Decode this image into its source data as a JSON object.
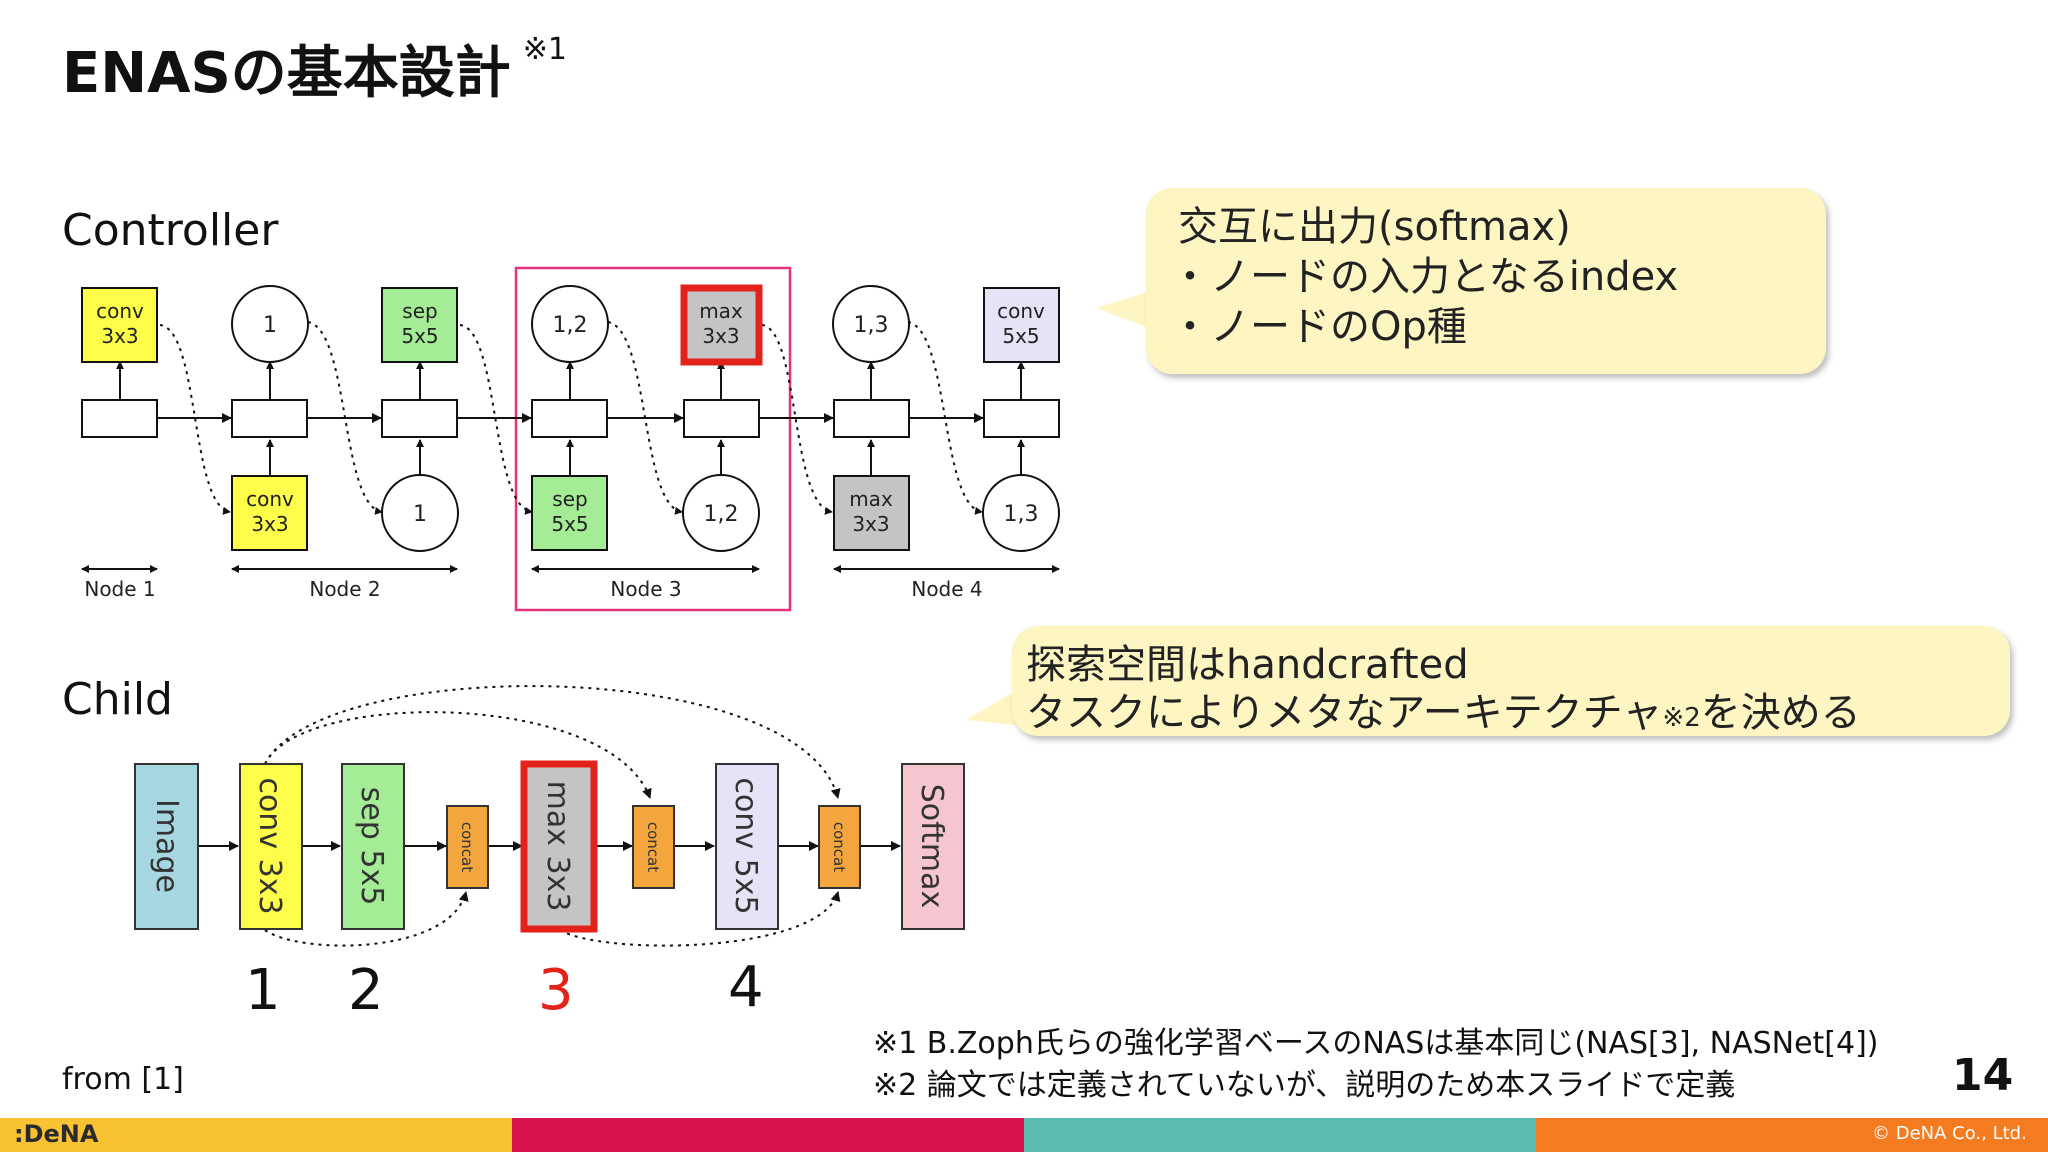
{
  "title": "ENASの基本設計",
  "title_note": "※1",
  "controller": {
    "label": "Controller",
    "top_nodes": [
      {
        "kind": "box",
        "lines": [
          "conv",
          "3x3"
        ],
        "color": "#fdfd4a"
      },
      {
        "kind": "circle",
        "lines": [
          "1"
        ]
      },
      {
        "kind": "box",
        "lines": [
          "sep",
          "5x5"
        ],
        "color": "#a4ec96"
      },
      {
        "kind": "circle",
        "lines": [
          "1,2"
        ]
      },
      {
        "kind": "box",
        "lines": [
          "max",
          "3x3"
        ],
        "color": "#c4c4c4",
        "highlight": true
      },
      {
        "kind": "circle",
        "lines": [
          "1,3"
        ]
      },
      {
        "kind": "box",
        "lines": [
          "conv",
          "5x5"
        ],
        "color": "#e4e4f6"
      }
    ],
    "bottom_nodes": [
      {
        "kind": "box",
        "lines": [
          "conv",
          "3x3"
        ],
        "color": "#fdfd4a"
      },
      {
        "kind": "circle",
        "lines": [
          "1"
        ]
      },
      {
        "kind": "box",
        "lines": [
          "sep",
          "5x5"
        ],
        "color": "#a4ec96"
      },
      {
        "kind": "circle",
        "lines": [
          "1,2"
        ]
      },
      {
        "kind": "box",
        "lines": [
          "max",
          "3x3"
        ],
        "color": "#c4c4c4"
      },
      {
        "kind": "circle",
        "lines": [
          "1,3"
        ]
      }
    ],
    "node_labels": [
      "Node 1",
      "Node 2",
      "Node 3",
      "Node 4"
    ]
  },
  "child": {
    "label": "Child",
    "blocks": [
      {
        "text": "Image",
        "color": "#a6d6e0"
      },
      {
        "text": "conv 3x3",
        "color": "#fdfd4a"
      },
      {
        "text": "sep 5x5",
        "color": "#a4ec96"
      },
      {
        "text": "concat",
        "color": "#f3a63e"
      },
      {
        "text": "max 3x3",
        "color": "#c4c4c4",
        "highlight": true
      },
      {
        "text": "concat",
        "color": "#f3a63e"
      },
      {
        "text": "conv 5x5",
        "color": "#e4e4f6"
      },
      {
        "text": "concat",
        "color": "#f3a63e"
      },
      {
        "text": "Softmax",
        "color": "#f5c6cf"
      }
    ],
    "numbers": [
      {
        "text": "1",
        "color": "#111111"
      },
      {
        "text": "2",
        "color": "#111111"
      },
      {
        "text": "3",
        "color": "#e3231b"
      },
      {
        "text": "4",
        "color": "#111111"
      }
    ]
  },
  "callout1": {
    "lines": [
      "交互に出力(softmax)",
      "・ノードの入力となるindex",
      "・ノードのOp種"
    ]
  },
  "callout2": {
    "line1": "探索空間はhandcrafted",
    "line2_main": "タスクによりメタなアーキテクチャ",
    "line2_note": "※2",
    "line2_end": "を決める"
  },
  "source": "from [1]",
  "footnote1": "※1 B.Zoph氏らの強化学習ベースのNASは基本同じ(NAS[3], NASNet[4])",
  "footnote2": "※2 論文では定義されていないが、説明のため本スライドで定義",
  "page_number": "14",
  "footer": {
    "logo": ":DeNA",
    "copyright": "© DeNA Co., Ltd.",
    "colors": [
      "#f9c232",
      "#d8124d",
      "#5dbcb2",
      "#f47b20"
    ]
  },
  "colors": {
    "highlight_red": "#e3231b",
    "node3_frame": "#e8327f",
    "callout_bg": "#fdf6c3"
  }
}
